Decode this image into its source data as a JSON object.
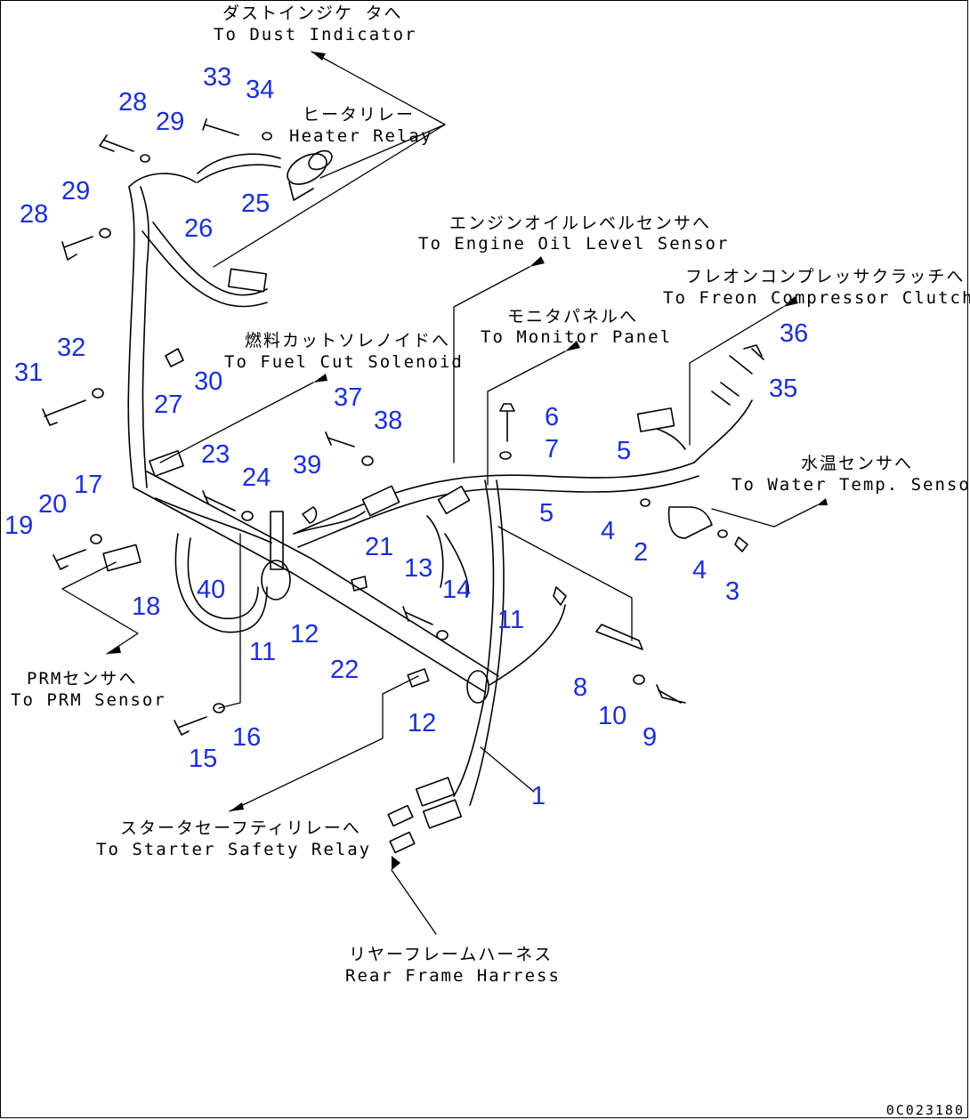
{
  "labels": {
    "dust_jp": "ダストインジケ タへ",
    "dust_en": "To Dust Indicator",
    "heater_jp": "ヒータリレー",
    "heater_en": "Heater Relay",
    "oil_jp": "エンジンオイルレベルセンサへ",
    "oil_en": "To Engine Oil Level Sensor",
    "freon_jp": "フレオンコンプレッサクラッチへ",
    "freon_en": "To Freon Compressor Clutch",
    "monitor_jp": "モニタパネルへ",
    "monitor_en": "To Monitor Panel",
    "fuel_jp": "燃料カットソレノイドへ",
    "fuel_en": "To Fuel Cut Solenoid",
    "water_jp": "水温センサへ",
    "water_en": "To Water Temp. Sensor",
    "prm_jp": "PRMセンサへ",
    "prm_en": "To PRM Sensor",
    "starter_jp": "スタータセーフティリレーへ",
    "starter_en": "To Starter Safety Relay",
    "rear_jp": "リヤーフレームハーネス",
    "rear_en": "Rear Frame Harress"
  },
  "callouts": [
    {
      "id": "c33",
      "text": "33"
    },
    {
      "id": "c34",
      "text": "34"
    },
    {
      "id": "c28a",
      "text": "28"
    },
    {
      "id": "c29a",
      "text": "29"
    },
    {
      "id": "c29b",
      "text": "29"
    },
    {
      "id": "c28b",
      "text": "28"
    },
    {
      "id": "c25",
      "text": "25"
    },
    {
      "id": "c26",
      "text": "26"
    },
    {
      "id": "c32",
      "text": "32"
    },
    {
      "id": "c31",
      "text": "31"
    },
    {
      "id": "c27",
      "text": "27"
    },
    {
      "id": "c30",
      "text": "30"
    },
    {
      "id": "c37",
      "text": "37"
    },
    {
      "id": "c38",
      "text": "38"
    },
    {
      "id": "c23",
      "text": "23"
    },
    {
      "id": "c24",
      "text": "24"
    },
    {
      "id": "c39",
      "text": "39"
    },
    {
      "id": "c17",
      "text": "17"
    },
    {
      "id": "c20",
      "text": "20"
    },
    {
      "id": "c19",
      "text": "19"
    },
    {
      "id": "c18",
      "text": "18"
    },
    {
      "id": "c40",
      "text": "40"
    },
    {
      "id": "c21",
      "text": "21"
    },
    {
      "id": "c13",
      "text": "13"
    },
    {
      "id": "c14",
      "text": "14"
    },
    {
      "id": "c11a",
      "text": "11"
    },
    {
      "id": "c12a",
      "text": "12"
    },
    {
      "id": "c22",
      "text": "22"
    },
    {
      "id": "c11b",
      "text": "11"
    },
    {
      "id": "c12b",
      "text": "12"
    },
    {
      "id": "c16",
      "text": "16"
    },
    {
      "id": "c15",
      "text": "15"
    },
    {
      "id": "c6",
      "text": "6"
    },
    {
      "id": "c7",
      "text": "7"
    },
    {
      "id": "c5a",
      "text": "5"
    },
    {
      "id": "c5b",
      "text": "5"
    },
    {
      "id": "c36",
      "text": "36"
    },
    {
      "id": "c35",
      "text": "35"
    },
    {
      "id": "c4a",
      "text": "4"
    },
    {
      "id": "c2",
      "text": "2"
    },
    {
      "id": "c4b",
      "text": "4"
    },
    {
      "id": "c3",
      "text": "3"
    },
    {
      "id": "c8",
      "text": "8"
    },
    {
      "id": "c10",
      "text": "10"
    },
    {
      "id": "c9",
      "text": "9"
    },
    {
      "id": "c1",
      "text": "1"
    }
  ],
  "drawing_code": "0C023180",
  "colors": {
    "ink": "#000000",
    "callout": "#1a2fd6",
    "paper": "#ffffff"
  }
}
